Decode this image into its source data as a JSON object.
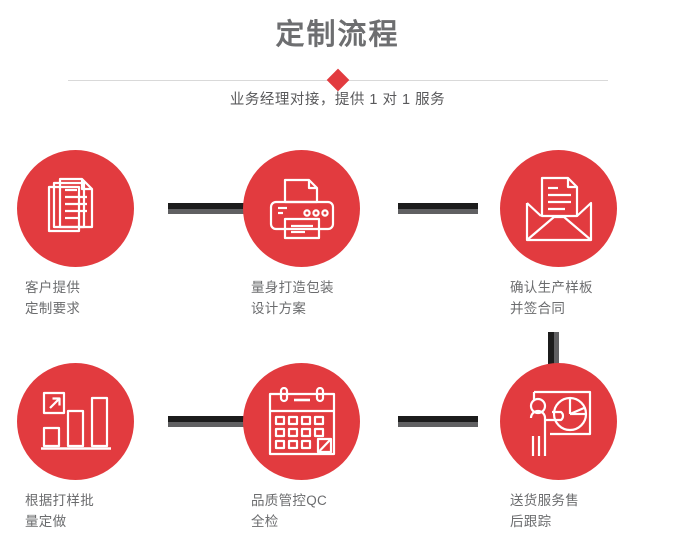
{
  "header": {
    "title": "定制流程",
    "subtitle": "业务经理对接，提供 1 对 1 服务",
    "diamond_icon": "diamond-marker"
  },
  "colors": {
    "accent_red": "#e23b3f",
    "title_gray": "#6d6e70",
    "label_gray": "#6b6c6e",
    "connector_dark": "#1c1c1c",
    "connector_shadow": "#606062",
    "divider_line": "#d9d9d9",
    "background": "#ffffff"
  },
  "steps": [
    {
      "index": 1,
      "icon": "documents-stack-icon",
      "label_line1": "客户提供",
      "label_line2": "定制要求"
    },
    {
      "index": 2,
      "icon": "printer-icon",
      "label_line1": "量身打造包装",
      "label_line2": "设计方案"
    },
    {
      "index": 3,
      "icon": "envelope-letter-icon",
      "label_line1": "确认生产样板",
      "label_line2": "并签合同"
    },
    {
      "index": 4,
      "icon": "bar-chart-growth-icon",
      "label_line1": "根据打样批",
      "label_line2": "量定做"
    },
    {
      "index": 5,
      "icon": "calendar-icon",
      "label_line1": "品质管控QC",
      "label_line2": "全检"
    },
    {
      "index": 6,
      "icon": "presenter-piechart-icon",
      "label_line1": "送货服务售",
      "label_line2": "后跟踪"
    }
  ],
  "connectors": [
    {
      "id": "connector-1-2",
      "orientation": "horizontal"
    },
    {
      "id": "connector-2-3",
      "orientation": "horizontal"
    },
    {
      "id": "connector-3-6",
      "orientation": "vertical"
    },
    {
      "id": "connector-4-5",
      "orientation": "horizontal"
    },
    {
      "id": "connector-5-6",
      "orientation": "horizontal"
    }
  ]
}
